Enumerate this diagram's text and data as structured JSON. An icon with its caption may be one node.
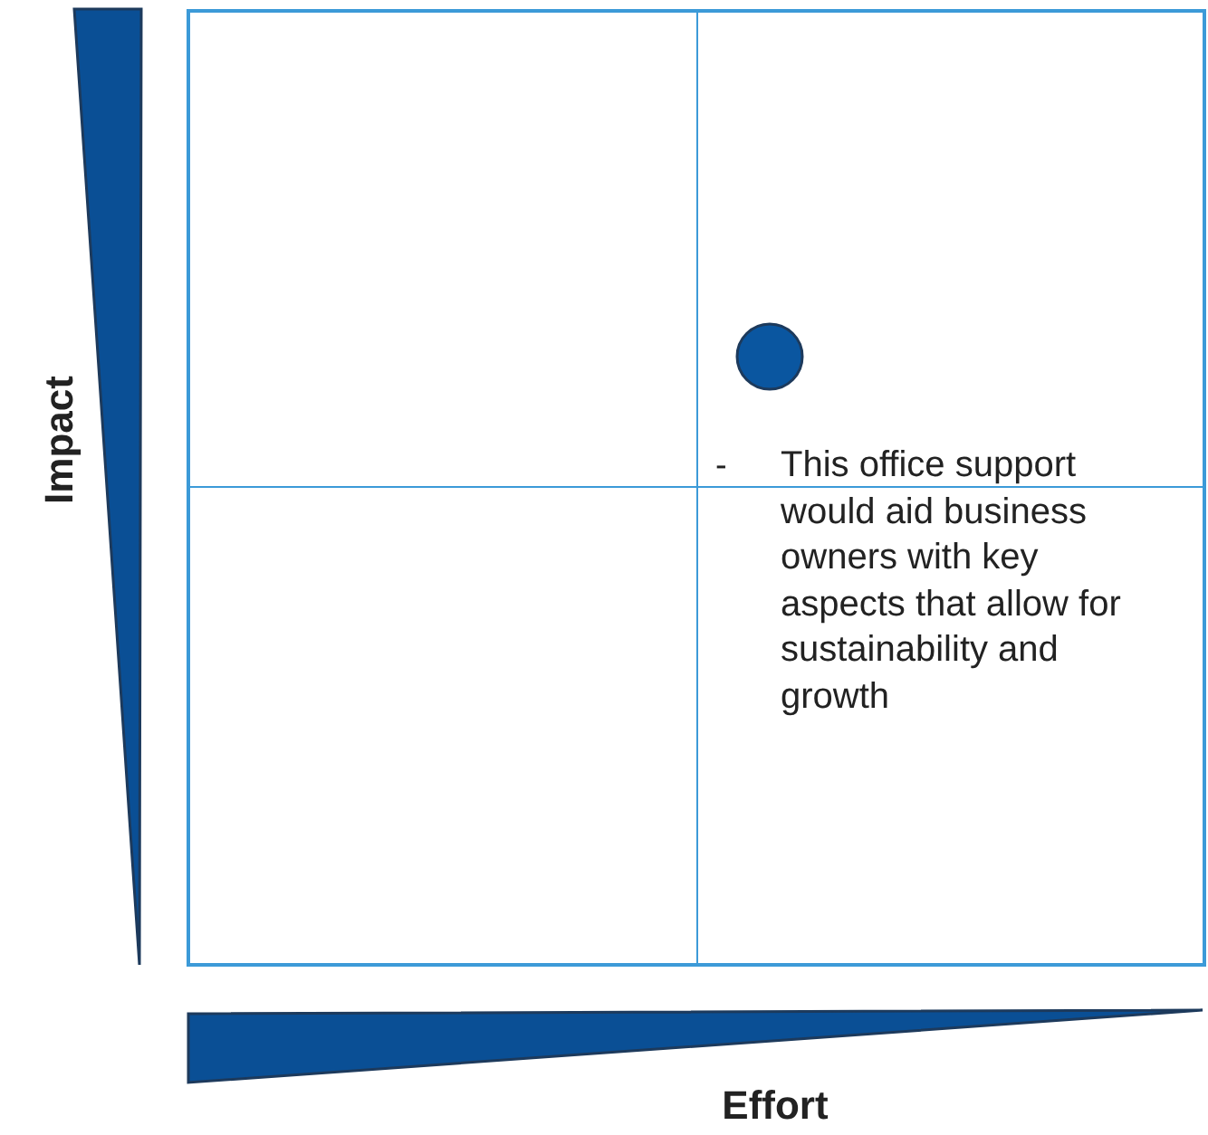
{
  "diagram": {
    "nodes": [
      {
        "text": [],
        "shape": "triangle"
      },
      {
        "text": [],
        "shape": "triangle"
      }
    ],
    "labels": [
      "Impact",
      "Effort",
      "-",
      "This office support would aid business owners with key aspects that allow for sustainability and growth"
    ]
  }
}
